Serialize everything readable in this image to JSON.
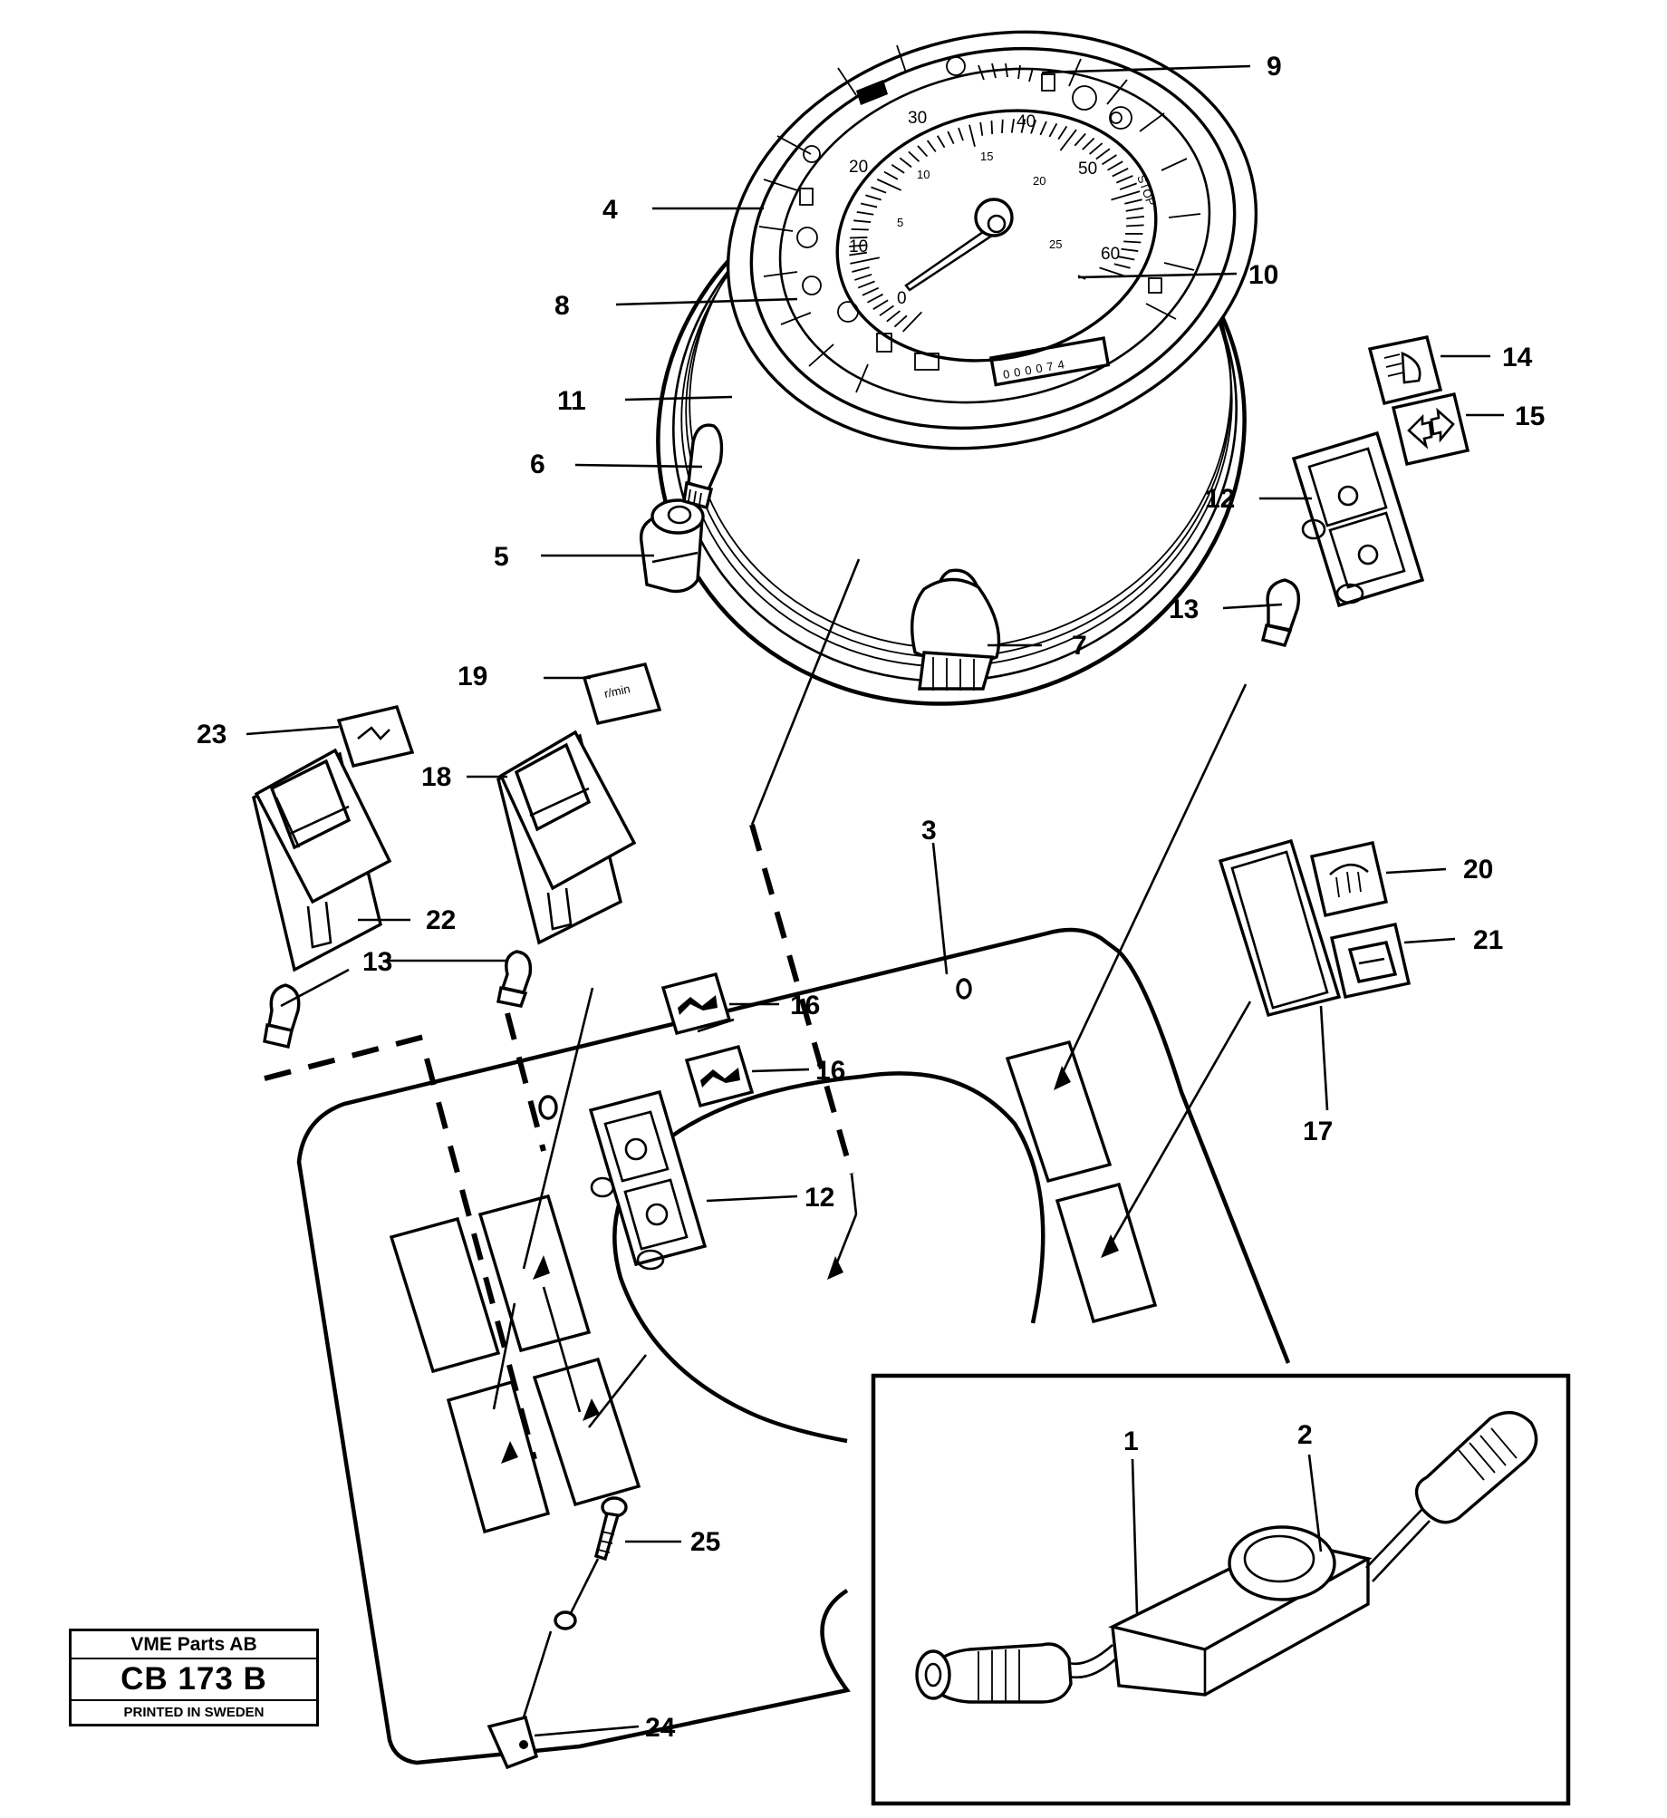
{
  "stamp": {
    "company": "VME Parts AB",
    "code": "CB 173 B",
    "printed": "PRINTED IN SWEDEN"
  },
  "callouts": [
    "1",
    "2",
    "3",
    "4",
    "5",
    "6",
    "7",
    "8",
    "9",
    "10",
    "11",
    "12",
    "12",
    "13",
    "13",
    "14",
    "15",
    "16",
    "16",
    "17",
    "18",
    "19",
    "20",
    "21",
    "22",
    "23",
    "24",
    "25"
  ],
  "gauge": {
    "outer_scale": [
      "0",
      "10",
      "20",
      "30",
      "40",
      "50",
      "60"
    ],
    "inner_scale": [
      "5",
      "10",
      "15",
      "20",
      "25"
    ],
    "stop_label": "STOP",
    "odometer": "000074"
  },
  "symbol_19": "r/min"
}
